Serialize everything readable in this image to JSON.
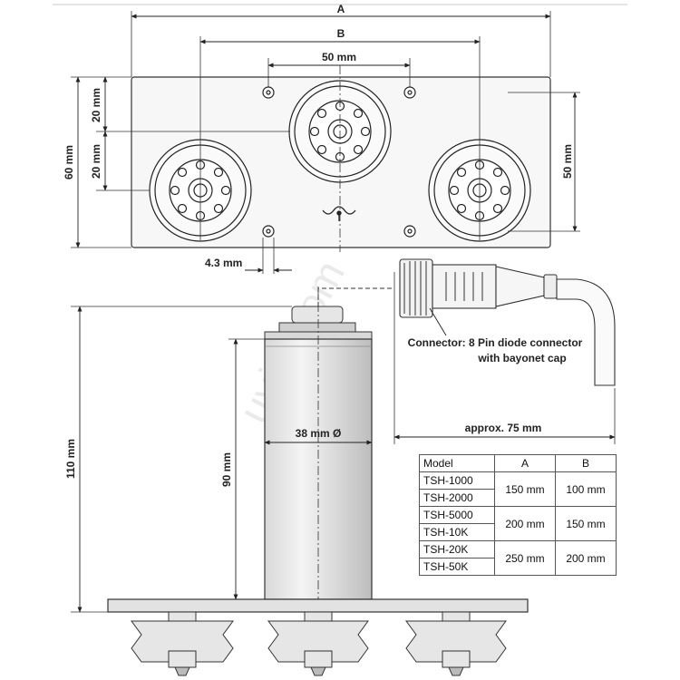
{
  "watermark": "uyiqi.com",
  "top_view": {
    "dim_a": "A",
    "dim_b": "B",
    "dim_pitch": "50 mm",
    "dim_height": "60 mm",
    "dim_upper": "20 mm",
    "dim_lower": "20 mm",
    "dim_right": "50 mm",
    "dim_offset": "4.3 mm"
  },
  "side_view": {
    "dim_total_height": "110 mm",
    "dim_body_height": "90 mm",
    "dim_diameter": "38 mm Ø"
  },
  "connector": {
    "label_line1": "Connector: 8 Pin diode connector",
    "label_line2": "with bayonet cap",
    "dim_length": "approx. 75 mm"
  },
  "table": {
    "headers": [
      "Model",
      "A",
      "B"
    ],
    "groups": [
      {
        "models": [
          "TSH-1000",
          "TSH-2000"
        ],
        "a": "150 mm",
        "b": "100 mm"
      },
      {
        "models": [
          "TSH-5000",
          "TSH-10K"
        ],
        "a": "200 mm",
        "b": "150 mm"
      },
      {
        "models": [
          "TSH-20K",
          "TSH-50K"
        ],
        "a": "250 mm",
        "b": "200 mm"
      }
    ]
  }
}
